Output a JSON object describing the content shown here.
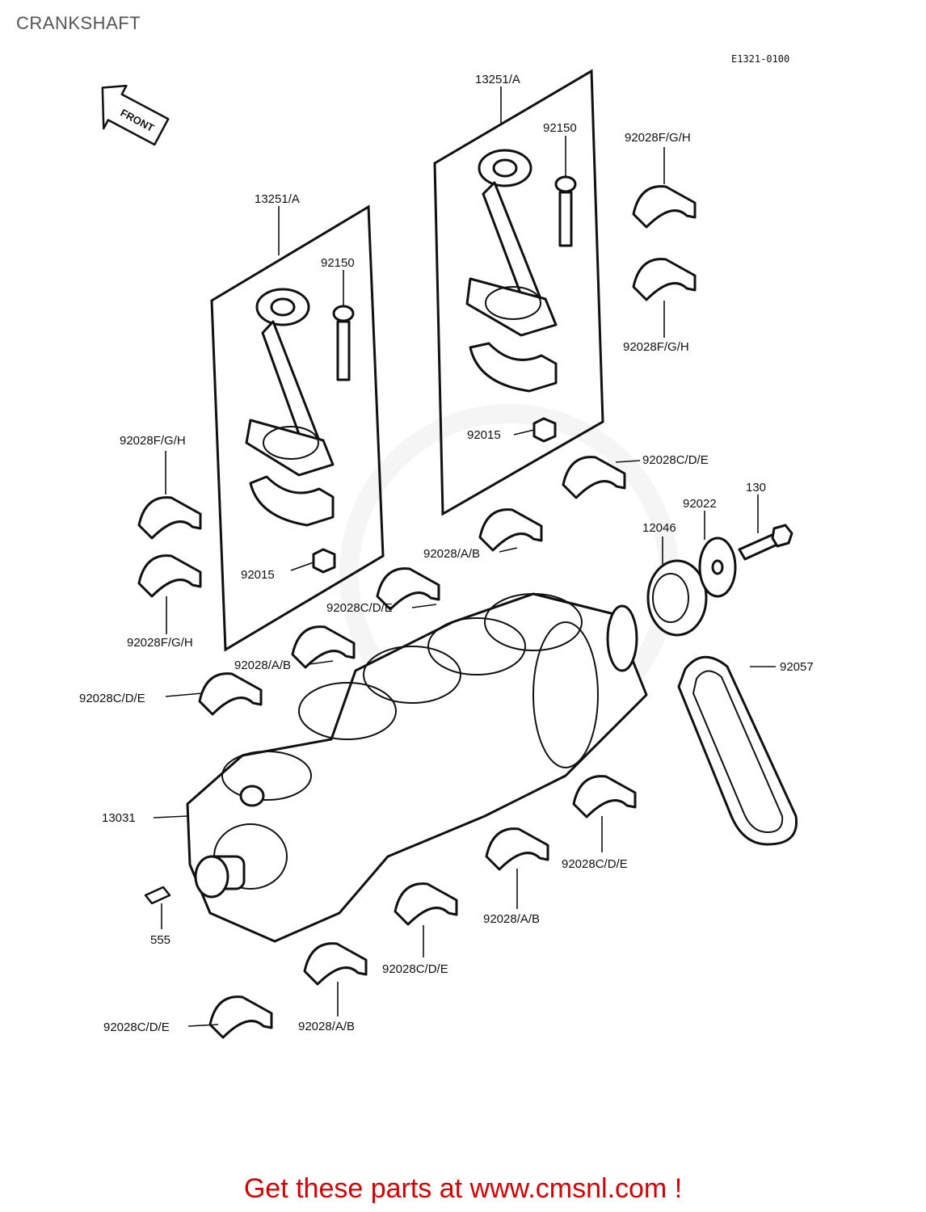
{
  "page": {
    "title": "CRANKSHAFT",
    "ref_code": "E1321-0100"
  },
  "front_marker": "FRONT",
  "labels": {
    "rod_left": "13251/A",
    "rod_right": "13251/A",
    "bolt_left": "92150",
    "bolt_right": "92150",
    "nut_left": "92015",
    "nut_right": "92015",
    "bearing_fgh_1": "92028F/G/H",
    "bearing_fgh_2": "92028F/G/H",
    "bearing_fgh_3": "92028F/G/H",
    "bearing_fgh_4": "92028F/G/H",
    "bearing_cde_1": "92028C/D/E",
    "bearing_cde_2": "92028C/D/E",
    "bearing_cde_3": "92028C/D/E",
    "bearing_cde_4": "92028C/D/E",
    "bearing_cde_5": "92028C/D/E",
    "bearing_cde_6": "92028C/D/E",
    "bearing_ab_1": "92028/A/B",
    "bearing_ab_2": "92028/A/B",
    "bearing_ab_3": "92028/A/B",
    "bearing_ab_4": "92028/A/B",
    "washer": "92022",
    "bolt": "130",
    "gear": "12046",
    "chain": "92057",
    "crankshaft": "13031",
    "key": "555"
  },
  "footer": {
    "text": "Get these parts at www.cmsnl.com !",
    "color": "#d40000"
  }
}
